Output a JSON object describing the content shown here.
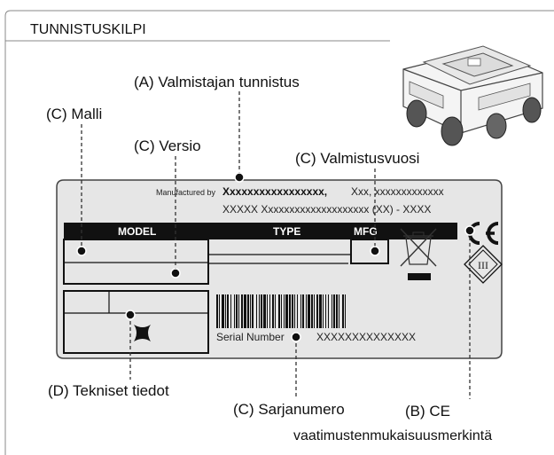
{
  "header": {
    "title": "TUNNISTUSKILPI"
  },
  "callouts": {
    "A": "(A) Valmistajan tunnistus",
    "C_model": "(C) Malli",
    "C_version": "(C) Versio",
    "C_year": "(C) Valmistusvuosi",
    "D": "(D) Tekniset tiedot",
    "C_serial": "(C) Sarjanumero",
    "B_line1": "(B) CE",
    "B_line2": "vaatimustenmukaisuusmerkintä"
  },
  "plate": {
    "manufactured_by": "Manufactured by",
    "manufacturer_name": "Xxxxxxxxxxxxxxxxx,",
    "address_line1_rest": "Xxx, xxxxxxxxxxxxx",
    "address_line2": "XXXXX Xxxxxxxxxxxxxxxxxxxx (XX) - XXXX",
    "col_model": "MODEL",
    "col_type": "TYPE",
    "col_mfg": "MFG",
    "serial_label": "Serial Number",
    "serial_value": "XXXXXXXXXXXXXX",
    "ce_mark": "CE",
    "class_symbol": "III"
  }
}
